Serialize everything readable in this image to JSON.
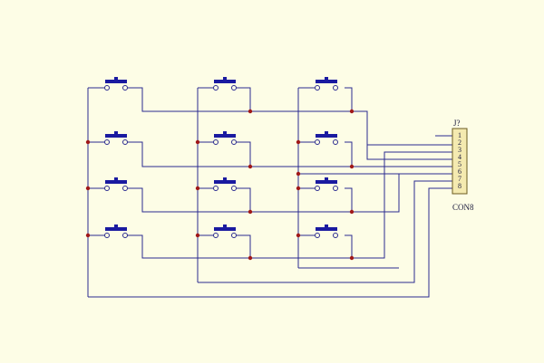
{
  "connector": {
    "ref": "J?",
    "name": "CON8",
    "pins": [
      "1",
      "2",
      "3",
      "4",
      "5",
      "6",
      "7",
      "8"
    ]
  },
  "colors": {
    "background": "#fdfde6",
    "wire": "#2a2a90",
    "junction": "#a01818",
    "button": "#1a1aa0",
    "connector_body": "#f4eab0"
  },
  "keypad": {
    "rows": 4,
    "columns": 3,
    "component": "push-button"
  }
}
